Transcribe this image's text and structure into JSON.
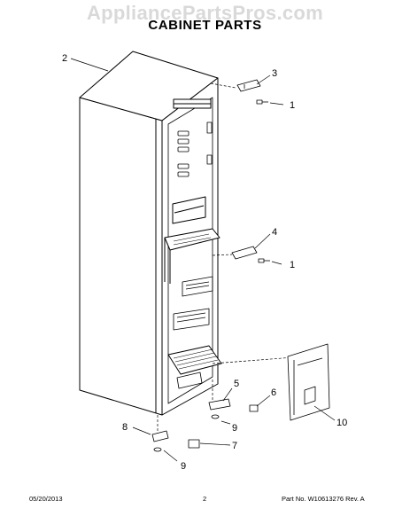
{
  "header": {
    "watermark": "AppliancePartsPros.com",
    "title": "CABINET PARTS"
  },
  "callouts": [
    {
      "id": "c2",
      "label": "2"
    },
    {
      "id": "c3",
      "label": "3"
    },
    {
      "id": "c1a",
      "label": "1"
    },
    {
      "id": "c4",
      "label": "4"
    },
    {
      "id": "c1b",
      "label": "1"
    },
    {
      "id": "c5",
      "label": "5"
    },
    {
      "id": "c6",
      "label": "6"
    },
    {
      "id": "c9a",
      "label": "9"
    },
    {
      "id": "c10",
      "label": "10"
    },
    {
      "id": "c8",
      "label": "8"
    },
    {
      "id": "c7",
      "label": "7"
    },
    {
      "id": "c9b",
      "label": "9"
    }
  ],
  "footer": {
    "date": "05/20/2013",
    "page": "2",
    "part_info": "Part No. W10613276  Rev. A"
  }
}
